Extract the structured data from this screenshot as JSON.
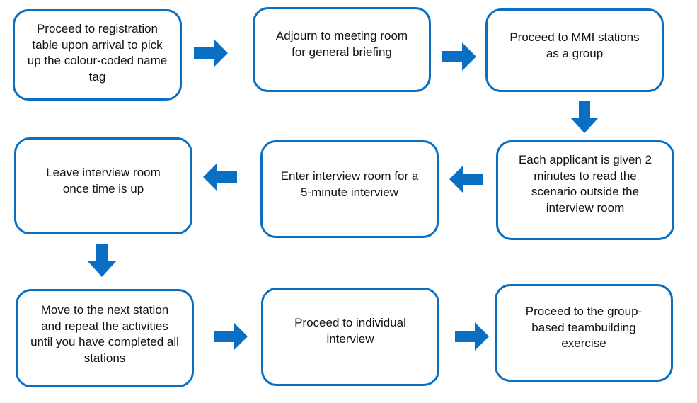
{
  "colors": {
    "box_border": "#0a6fc2",
    "arrow_fill": "#0a6fc2",
    "text": "#111111",
    "background": "#ffffff"
  },
  "steps": [
    {
      "label": "Proceed to registration table upon arrival to pick up the colour-coded name tag"
    },
    {
      "label": "Adjourn to meeting room for general briefing"
    },
    {
      "label": "Proceed to MMI stations as a group"
    },
    {
      "label": "Each applicant is given 2 minutes to read the scenario outside the interview room"
    },
    {
      "label": "Enter interview room for a 5-minute interview"
    },
    {
      "label": "Leave interview room once time is up"
    },
    {
      "label": "Move to the next station and repeat the activities until you have completed all stations"
    },
    {
      "label": "Proceed to individual interview"
    },
    {
      "label": "Proceed to the group-based teambuilding exercise"
    }
  ],
  "arrows": [
    {
      "icon": "arrow-right-icon"
    },
    {
      "icon": "arrow-right-icon"
    },
    {
      "icon": "arrow-down-icon"
    },
    {
      "icon": "arrow-left-icon"
    },
    {
      "icon": "arrow-left-icon"
    },
    {
      "icon": "arrow-down-icon"
    },
    {
      "icon": "arrow-right-icon"
    },
    {
      "icon": "arrow-right-icon"
    }
  ]
}
